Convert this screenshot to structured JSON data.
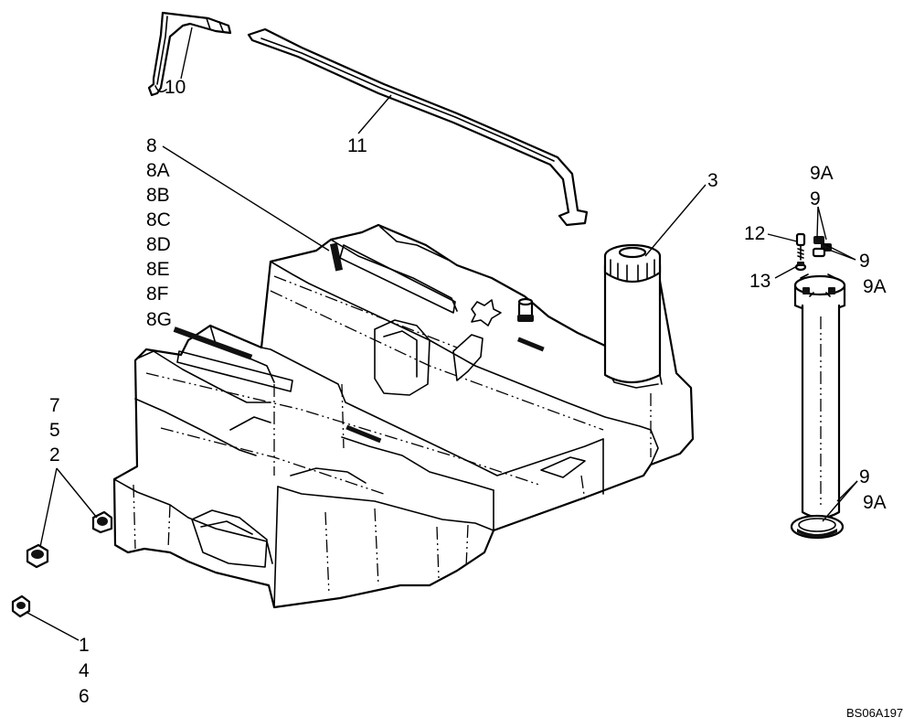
{
  "reference_code": "BS06A197",
  "callouts": {
    "strap_small": "10",
    "strap_long": "11",
    "tank_group": [
      "8",
      "8A",
      "8B",
      "8C",
      "8D",
      "8E",
      "8F",
      "8G"
    ],
    "filler_neck": "3",
    "sender_top_group": [
      "9A",
      "9"
    ],
    "screw": "12",
    "nut_right_a": "9",
    "nut_right_b": "9A",
    "washer": "13",
    "sender_bottom_group": [
      "9",
      "9A"
    ],
    "mount_upper_group": [
      "7",
      "5",
      "2"
    ],
    "mount_lower_group": [
      "1",
      "4",
      "6"
    ]
  }
}
